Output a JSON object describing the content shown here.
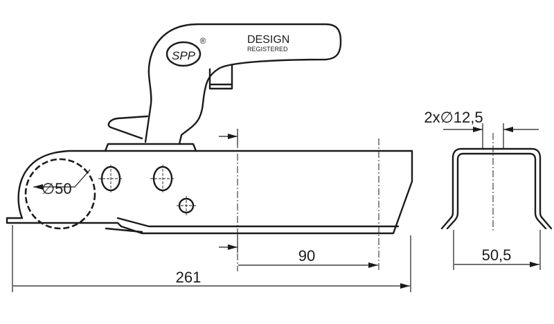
{
  "handle": {
    "design": "DESIGN",
    "registered": "REGISTERED",
    "logo": "SPP",
    "registered_mark": "®"
  },
  "dimensions": {
    "ball_diameter": "∅50",
    "length_90": "90",
    "overall_length": "261",
    "holes": "2x∅12,5",
    "profile_width": "50,5"
  }
}
